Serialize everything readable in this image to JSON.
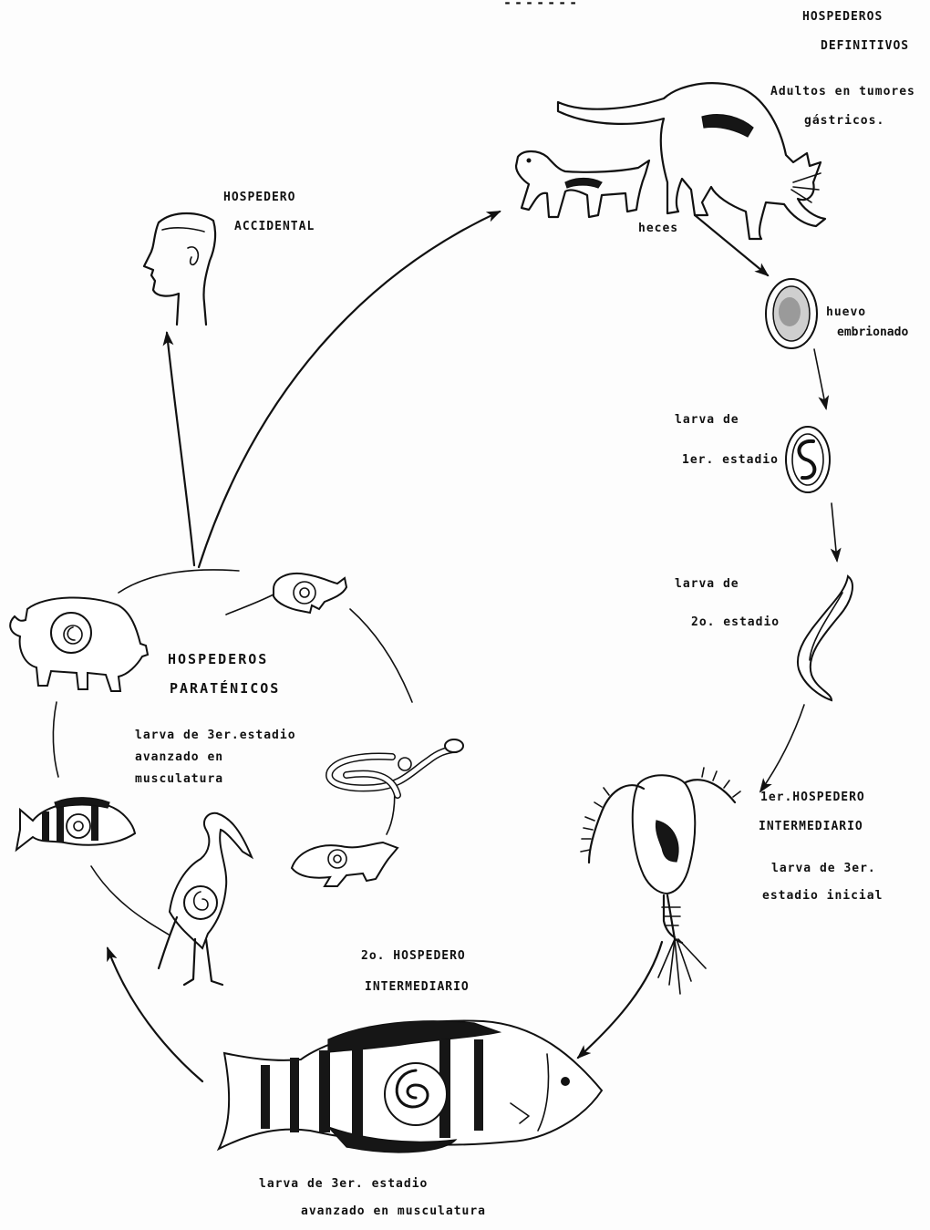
{
  "header_mark": "-------",
  "labels": {
    "definitive_hosts": [
      "HOSPEDEROS",
      "DEFINITIVOS"
    ],
    "adults": [
      "Adultos en tumores",
      "gástricos."
    ],
    "accidental_host": [
      "HOSPEDERO",
      "ACCIDENTAL"
    ],
    "feces": "heces",
    "egg": [
      "huevo",
      "embrionado"
    ],
    "larva1": [
      "larva de",
      "1er. estadio"
    ],
    "larva2": [
      "larva de",
      "2o. estadio"
    ],
    "first_intermediate": [
      "1er.HOSPEDERO",
      "INTERMEDIARIO"
    ],
    "larva3_initial": [
      "larva de 3er.",
      "estadio inicial"
    ],
    "paratenic_hosts": [
      "HOSPEDEROS",
      "PARATÉNICOS"
    ],
    "paratenic_larva": [
      "larva de 3er.estadio",
      "avanzado en",
      "musculatura"
    ],
    "second_intermediate": [
      "2o. HOSPEDERO",
      "INTERMEDIARIO"
    ],
    "fish_larva": [
      "larva de 3er. estadio",
      "avanzado en musculatura"
    ]
  },
  "icons": [
    "cat-icon",
    "dog-icon",
    "human-head-icon",
    "egg-icon",
    "larva-first-stage-icon",
    "larva-second-stage-icon",
    "copepod-icon",
    "fish-icon",
    "pig-icon",
    "rat-icon",
    "snake-icon",
    "frog-icon",
    "heron-icon",
    "small-fish-icon"
  ],
  "colors": {
    "ink": "#111111",
    "paper": "#fdfdfd"
  }
}
